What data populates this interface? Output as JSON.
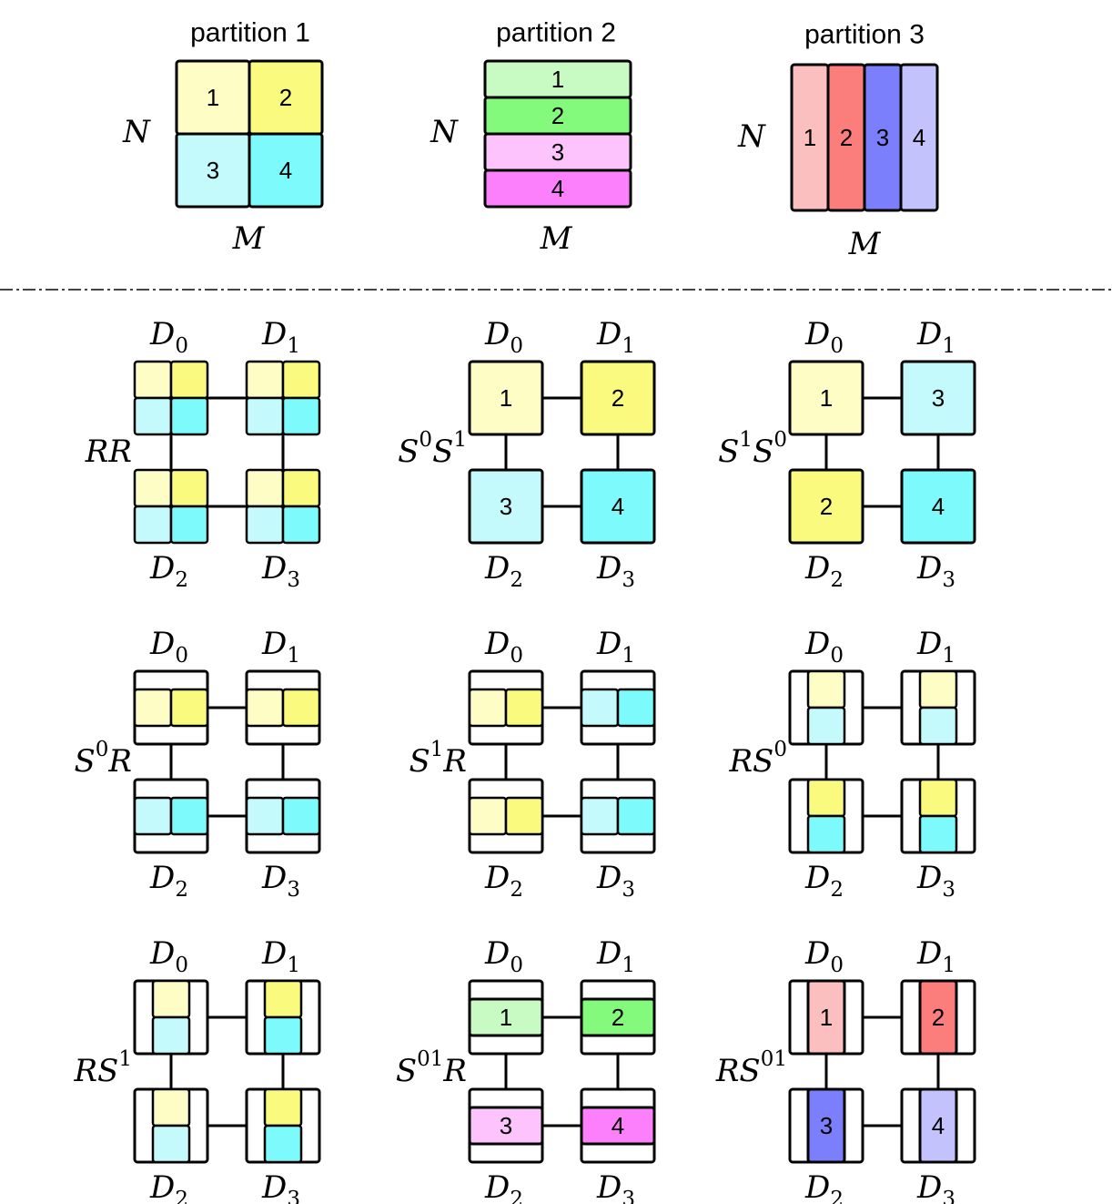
{
  "colors": {
    "y1": "#fefdc6",
    "y2": "#fafa7e",
    "c1": "#c4fafc",
    "c2": "#7dfafc",
    "g1": "#c8fac3",
    "g2": "#84fa7c",
    "m1": "#fdc3fc",
    "m2": "#fc7ffb",
    "r1": "#fcbfc0",
    "r2": "#fb7e7d",
    "b2": "#7c7ffb",
    "b1": "#c3c2fc",
    "stroke": "#000000"
  },
  "partitions": [
    {
      "title": "partition 1",
      "n_label": "N",
      "m_label": "M",
      "blocks": [
        {
          "label": "1",
          "color": "y1"
        },
        {
          "label": "2",
          "color": "y2"
        },
        {
          "label": "3",
          "color": "c1"
        },
        {
          "label": "4",
          "color": "c2"
        }
      ]
    },
    {
      "title": "partition 2",
      "n_label": "N",
      "m_label": "M",
      "blocks": [
        {
          "label": "1",
          "color": "g1"
        },
        {
          "label": "2",
          "color": "g2"
        },
        {
          "label": "3",
          "color": "m1"
        },
        {
          "label": "4",
          "color": "m2"
        }
      ]
    },
    {
      "title": "partition 3",
      "n_label": "N",
      "m_label": "M",
      "blocks": [
        {
          "label": "1",
          "color": "r1"
        },
        {
          "label": "2",
          "color": "r2"
        },
        {
          "label": "3",
          "color": "b2"
        },
        {
          "label": "4",
          "color": "b1"
        }
      ]
    }
  ],
  "device_labels": [
    {
      "base": "D",
      "sub": "0"
    },
    {
      "base": "D",
      "sub": "1"
    },
    {
      "base": "D",
      "sub": "2"
    },
    {
      "base": "D",
      "sub": "3"
    }
  ],
  "layouts": [
    {
      "id": "RR",
      "label": [
        {
          "t": "RR"
        }
      ],
      "kind": "grid",
      "cells": [
        {
          "blocks": [
            {
              "color": "y1"
            },
            {
              "color": "y2"
            },
            {
              "color": "c1"
            },
            {
              "color": "c2"
            }
          ]
        },
        {
          "blocks": [
            {
              "color": "y1"
            },
            {
              "color": "y2"
            },
            {
              "color": "c1"
            },
            {
              "color": "c2"
            }
          ]
        },
        {
          "blocks": [
            {
              "color": "y1"
            },
            {
              "color": "y2"
            },
            {
              "color": "c1"
            },
            {
              "color": "c2"
            }
          ]
        },
        {
          "blocks": [
            {
              "color": "y1"
            },
            {
              "color": "y2"
            },
            {
              "color": "c1"
            },
            {
              "color": "c2"
            }
          ]
        }
      ]
    },
    {
      "id": "S0S1",
      "label": [
        {
          "t": "S"
        },
        {
          "sup": "0"
        },
        {
          "t": "S"
        },
        {
          "sup": "1"
        }
      ],
      "kind": "full",
      "cells": [
        {
          "blocks": [
            {
              "color": "y1",
              "label": "1"
            }
          ]
        },
        {
          "blocks": [
            {
              "color": "y2",
              "label": "2"
            }
          ]
        },
        {
          "blocks": [
            {
              "color": "c1",
              "label": "3"
            }
          ]
        },
        {
          "blocks": [
            {
              "color": "c2",
              "label": "4"
            }
          ]
        }
      ]
    },
    {
      "id": "S1S0",
      "label": [
        {
          "t": "S"
        },
        {
          "sup": "1"
        },
        {
          "t": "S"
        },
        {
          "sup": "0"
        }
      ],
      "kind": "full",
      "cells": [
        {
          "blocks": [
            {
              "color": "y1",
              "label": "1"
            }
          ]
        },
        {
          "blocks": [
            {
              "color": "c1",
              "label": "3"
            }
          ]
        },
        {
          "blocks": [
            {
              "color": "y2",
              "label": "2"
            }
          ]
        },
        {
          "blocks": [
            {
              "color": "c2",
              "label": "4"
            }
          ]
        }
      ]
    },
    {
      "id": "S0R",
      "label": [
        {
          "t": "S"
        },
        {
          "sup": "0"
        },
        {
          "t": "R"
        }
      ],
      "kind": "hband2",
      "cells": [
        {
          "blocks": [
            {
              "color": "y1"
            },
            {
              "color": "y2"
            }
          ]
        },
        {
          "blocks": [
            {
              "color": "y1"
            },
            {
              "color": "y2"
            }
          ]
        },
        {
          "blocks": [
            {
              "color": "c1"
            },
            {
              "color": "c2"
            }
          ]
        },
        {
          "blocks": [
            {
              "color": "c1"
            },
            {
              "color": "c2"
            }
          ]
        }
      ]
    },
    {
      "id": "S1R",
      "label": [
        {
          "t": "S"
        },
        {
          "sup": "1"
        },
        {
          "t": "R"
        }
      ],
      "kind": "hband2",
      "cells": [
        {
          "blocks": [
            {
              "color": "y1"
            },
            {
              "color": "y2"
            }
          ]
        },
        {
          "blocks": [
            {
              "color": "c1"
            },
            {
              "color": "c2"
            }
          ]
        },
        {
          "blocks": [
            {
              "color": "y1"
            },
            {
              "color": "y2"
            }
          ]
        },
        {
          "blocks": [
            {
              "color": "c1"
            },
            {
              "color": "c2"
            }
          ]
        }
      ]
    },
    {
      "id": "RS0",
      "label": [
        {
          "t": "RS"
        },
        {
          "sup": "0"
        }
      ],
      "kind": "vband2",
      "cells": [
        {
          "blocks": [
            {
              "color": "y1"
            },
            {
              "color": "c1"
            }
          ]
        },
        {
          "blocks": [
            {
              "color": "y1"
            },
            {
              "color": "c1"
            }
          ]
        },
        {
          "blocks": [
            {
              "color": "y2"
            },
            {
              "color": "c2"
            }
          ]
        },
        {
          "blocks": [
            {
              "color": "y2"
            },
            {
              "color": "c2"
            }
          ]
        }
      ]
    },
    {
      "id": "RS1",
      "label": [
        {
          "t": "RS"
        },
        {
          "sup": "1"
        }
      ],
      "kind": "vband2",
      "cells": [
        {
          "blocks": [
            {
              "color": "y1"
            },
            {
              "color": "c1"
            }
          ]
        },
        {
          "blocks": [
            {
              "color": "y2"
            },
            {
              "color": "c2"
            }
          ]
        },
        {
          "blocks": [
            {
              "color": "y1"
            },
            {
              "color": "c1"
            }
          ]
        },
        {
          "blocks": [
            {
              "color": "y2"
            },
            {
              "color": "c2"
            }
          ]
        }
      ]
    },
    {
      "id": "S01R",
      "label": [
        {
          "t": "S"
        },
        {
          "sup": "01"
        },
        {
          "t": "R"
        }
      ],
      "kind": "hband1",
      "cells": [
        {
          "blocks": [
            {
              "color": "g1",
              "label": "1"
            }
          ]
        },
        {
          "blocks": [
            {
              "color": "g2",
              "label": "2"
            }
          ]
        },
        {
          "blocks": [
            {
              "color": "m1",
              "label": "3"
            }
          ]
        },
        {
          "blocks": [
            {
              "color": "m2",
              "label": "4"
            }
          ]
        }
      ]
    },
    {
      "id": "RS01",
      "label": [
        {
          "t": "RS"
        },
        {
          "sup": "01"
        }
      ],
      "kind": "vband1",
      "cells": [
        {
          "blocks": [
            {
              "color": "r1",
              "label": "1"
            }
          ]
        },
        {
          "blocks": [
            {
              "color": "r2",
              "label": "2"
            }
          ]
        },
        {
          "blocks": [
            {
              "color": "b2",
              "label": "3"
            }
          ]
        },
        {
          "blocks": [
            {
              "color": "b1",
              "label": "4"
            }
          ]
        }
      ]
    }
  ]
}
